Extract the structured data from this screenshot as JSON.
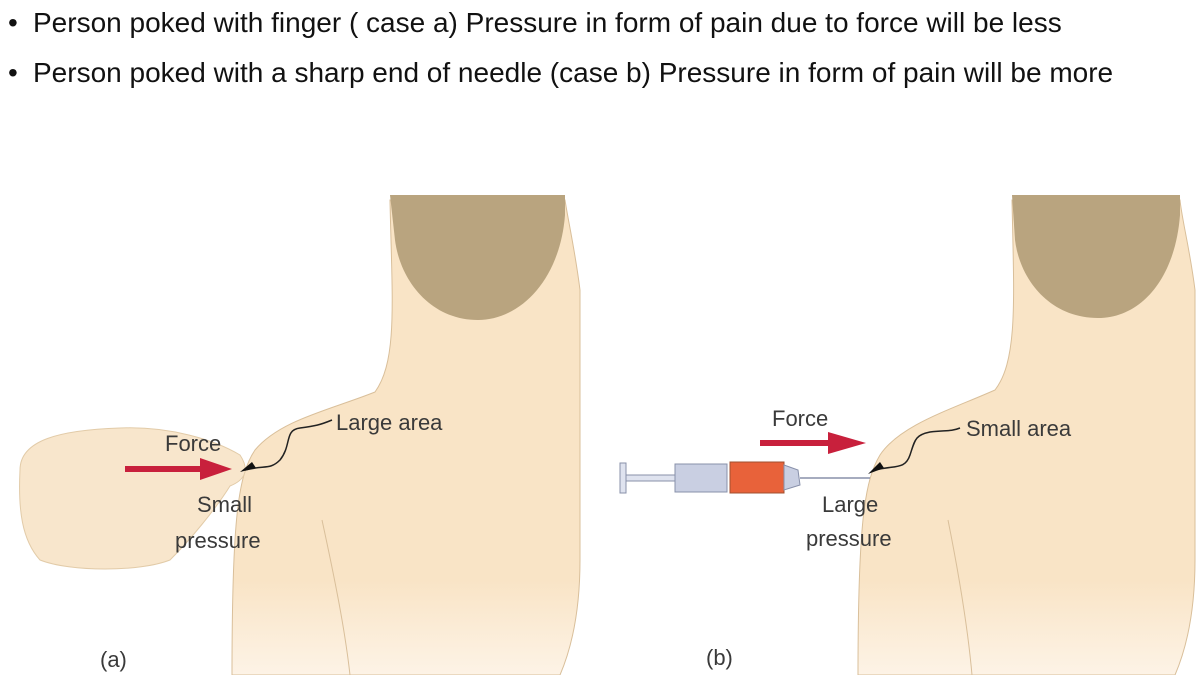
{
  "bullets": [
    {
      "marker": "•",
      "text": "Person poked with finger ( case a) Pressure in form of pain due to force will be less"
    },
    {
      "marker": "•",
      "text": "Person poked with a sharp end of needle (case b) Pressure in form of pain will be more"
    }
  ],
  "figure": {
    "panel_a": {
      "force_label": "Force",
      "area_label": "Large area",
      "pressure_line1": "Small",
      "pressure_line2": "pressure",
      "caption": "(a)"
    },
    "panel_b": {
      "force_label": "Force",
      "area_label": "Small area",
      "pressure_line1": "Large",
      "pressure_line2": "pressure",
      "caption": "(b)"
    },
    "colors": {
      "skin": "#f9e4c6",
      "skin_outline": "#d9bf9a",
      "hair": "#b9a47f",
      "arrow": "#c8203c",
      "syringe_fluid": "#e8623a",
      "syringe_body": "#c9cfe2"
    }
  }
}
